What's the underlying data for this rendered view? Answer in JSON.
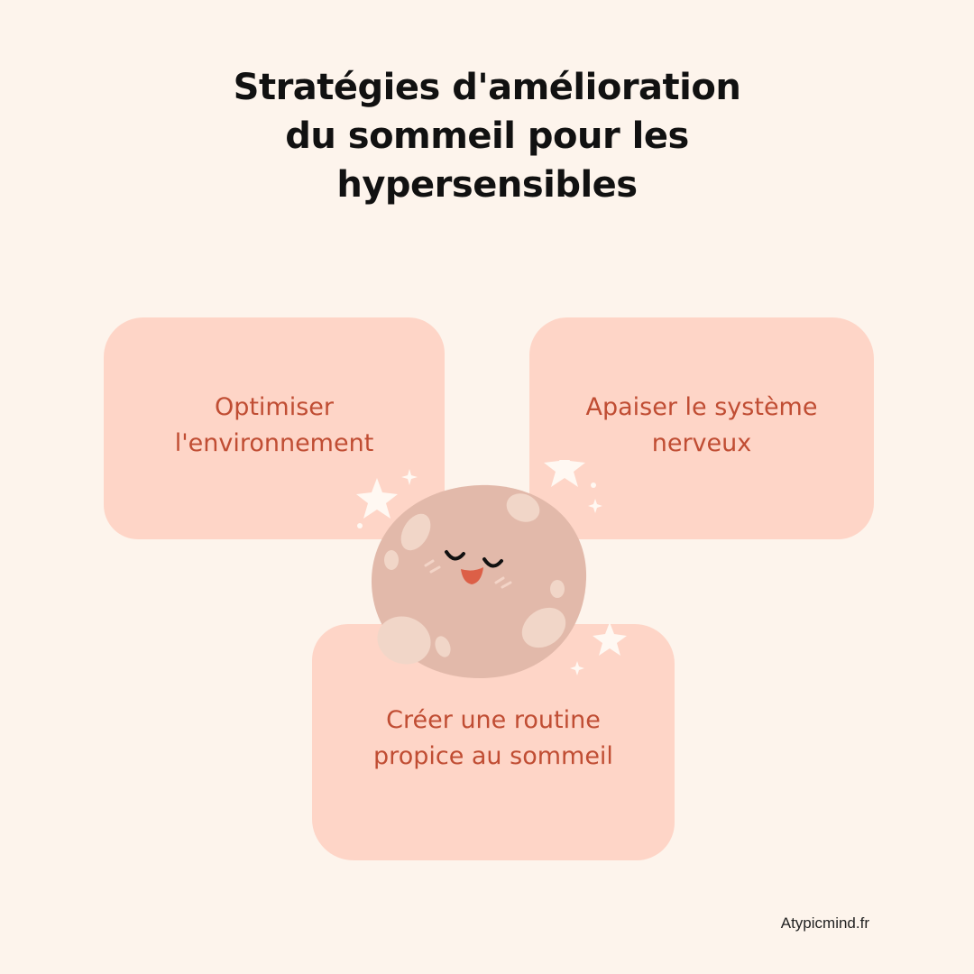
{
  "title": {
    "line1": "Stratégies d'amélioration",
    "line2": "du sommeil pour les",
    "line3": "hypersensibles"
  },
  "cards": [
    {
      "label": "Optimiser\nl'environnement"
    },
    {
      "label": "Apaiser le système\nnerveux"
    },
    {
      "label": "Créer une routine\npropice au sommeil"
    }
  ],
  "mascot": {
    "icon": "sleeping-planet-icon",
    "sparkle_icon": "sparkle-star-icon"
  },
  "footer": {
    "brand": "Atypicmind.fr"
  },
  "colors": {
    "background": "#fdf4ec",
    "card": "#fed5c7",
    "card_text": "#c04d33",
    "planet": "#e2b9aa",
    "planet_spots": "#f1d6c8",
    "stars": "#fff8f2"
  }
}
